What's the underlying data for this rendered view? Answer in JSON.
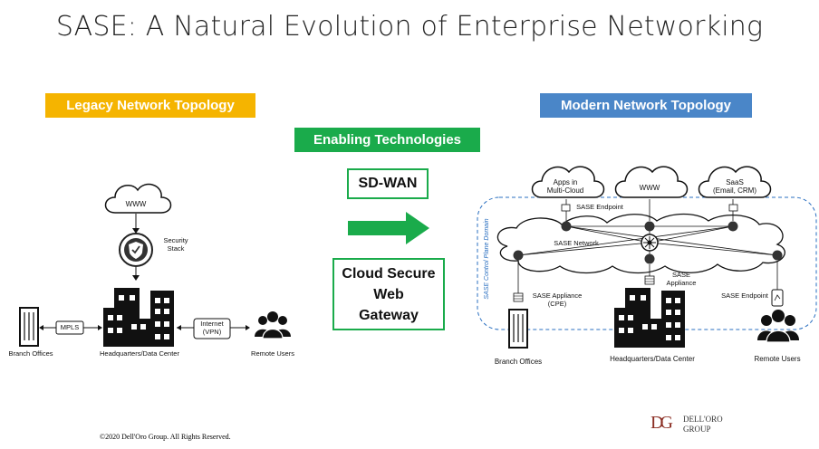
{
  "title": "SASE: A Natural Evolution of Enterprise Networking",
  "headers": {
    "legacy": "Legacy Network Topology",
    "modern": "Modern Network Topology",
    "enabling": "Enabling Technologies"
  },
  "colors": {
    "legacy": "#f5b400",
    "modern": "#4a86c8",
    "enabling": "#1aab4b"
  },
  "technologies": {
    "sdwan": "SD-WAN",
    "swg_line1": "Cloud Secure",
    "swg_line2": "Web",
    "swg_line3": "Gateway"
  },
  "legacy": {
    "cloud": "WWW",
    "security_stack": "Security\nStack",
    "mpls": "MPLS",
    "internet_vpn": "Internet\n(VPN)",
    "branch_offices": "Branch Offices",
    "hq": "Headquarters/Data Center",
    "remote_users": "Remote Users"
  },
  "modern": {
    "cloud_apps": "Apps in\nMulti-Cloud",
    "cloud_www": "WWW",
    "cloud_saas": "SaaS\n(Email, CRM)",
    "sase_endpoint_top": "SASE Endpoint",
    "sase_network": "SASE Network",
    "control_plane": "SASE Control Plane Domain",
    "sase_appliance_cpe": "SASE Appliance\n(CPE)",
    "sase_appliance": "SASE\nAppliance",
    "sase_endpoint_right": "SASE Endpoint",
    "branch_offices": "Branch Offices",
    "hq": "Headquarters/Data Center",
    "remote_users": "Remote Users"
  },
  "footer": {
    "copyright": "©2020  Dell'Oro  Group.  All  Rights  Reserved.",
    "logo_mark": "DG",
    "logo_line1": "DELL'ORO",
    "logo_line2": "GROUP"
  }
}
